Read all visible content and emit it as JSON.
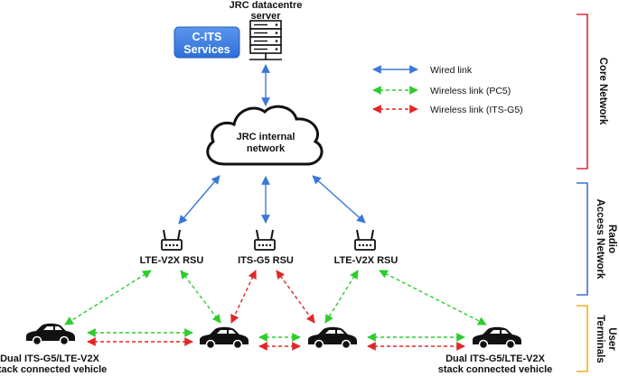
{
  "diagram": {
    "server_label": [
      "JRC datacentre",
      "server"
    ],
    "services_label": [
      "C-ITS",
      "Services"
    ],
    "cloud_label": [
      "JRC internal",
      "network"
    ],
    "rsu_left_label": "LTE-V2X RSU",
    "rsu_mid_label": "ITS-G5 RSU",
    "rsu_right_label": "LTE-V2X RSU",
    "vehicle_left_label": [
      "Dual ITS-G5/LTE-V2X",
      "stack connected vehicle"
    ],
    "vehicle_right_label": [
      "Dual ITS-G5/LTE-V2X",
      "stack connected vehicle"
    ]
  },
  "legend": {
    "wired": "Wired link",
    "pc5": "Wireless link (PC5)",
    "itsg5": "Wireless link (ITS-G5)"
  },
  "sections": {
    "core": "Core Network",
    "radio": [
      "Radio",
      "Access Network"
    ],
    "user": [
      "User",
      "Terminals"
    ]
  },
  "colors": {
    "wired": "#3a78d8",
    "pc5": "#2ecc2e",
    "itsg5": "#e02828",
    "core_bracket": "#e0283c",
    "radio_bracket": "#3a6fd8",
    "user_bracket": "#f0b020",
    "services_fill": "#3d7fe0"
  }
}
